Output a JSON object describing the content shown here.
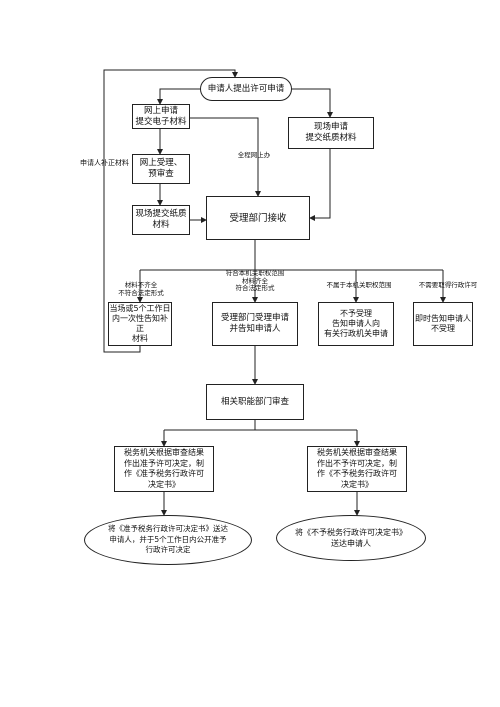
{
  "nodes": {
    "start": "申请人提出许可申请",
    "online_submit": "网上申请\n提交电子材料",
    "onsite_submit": "现场申请\n提交纸质材料",
    "online_review": "网上受理、\n预审查",
    "paper_submit": "现场提交纸质\n材料",
    "receive": "受理部门接收",
    "notify_once": "当场或5个工作日\n内一次性告知补正\n材料",
    "accept": "受理部门受理申请\n并告知申请人",
    "reject_refer": "不予受理\n告知申请人向\n有关行政机关申请",
    "reject_now": "即时告知申请人\n不受理",
    "dept_review": "相关职能部门审查",
    "approve_decision": "税务机关根据审查结果\n作出准予许可决定，制\n作《准予税务行政许可\n决定书》",
    "deny_decision": "税务机关根据审查结果\n作出不予许可决定，制\n作《不予税务行政许可\n决定书》",
    "approve_delivery": "将《准予税务行政许可决定书》送达\n申请人，并于5个工作日内公开准予\n行政许可决定",
    "deny_delivery": "将《不予税务行政许可决定书》\n送达申请人"
  },
  "labels": {
    "supplement_loop": "申请人补正材料",
    "full_online": "全程网上办",
    "incomplete": "材料不齐全\n不符合法定形式",
    "complete": "符合本机关职权范围\n材料齐全\n符合法定形式",
    "not_in_scope": "不属于本机关职权范围",
    "no_permit_needed": "不需要取得行政许可"
  }
}
